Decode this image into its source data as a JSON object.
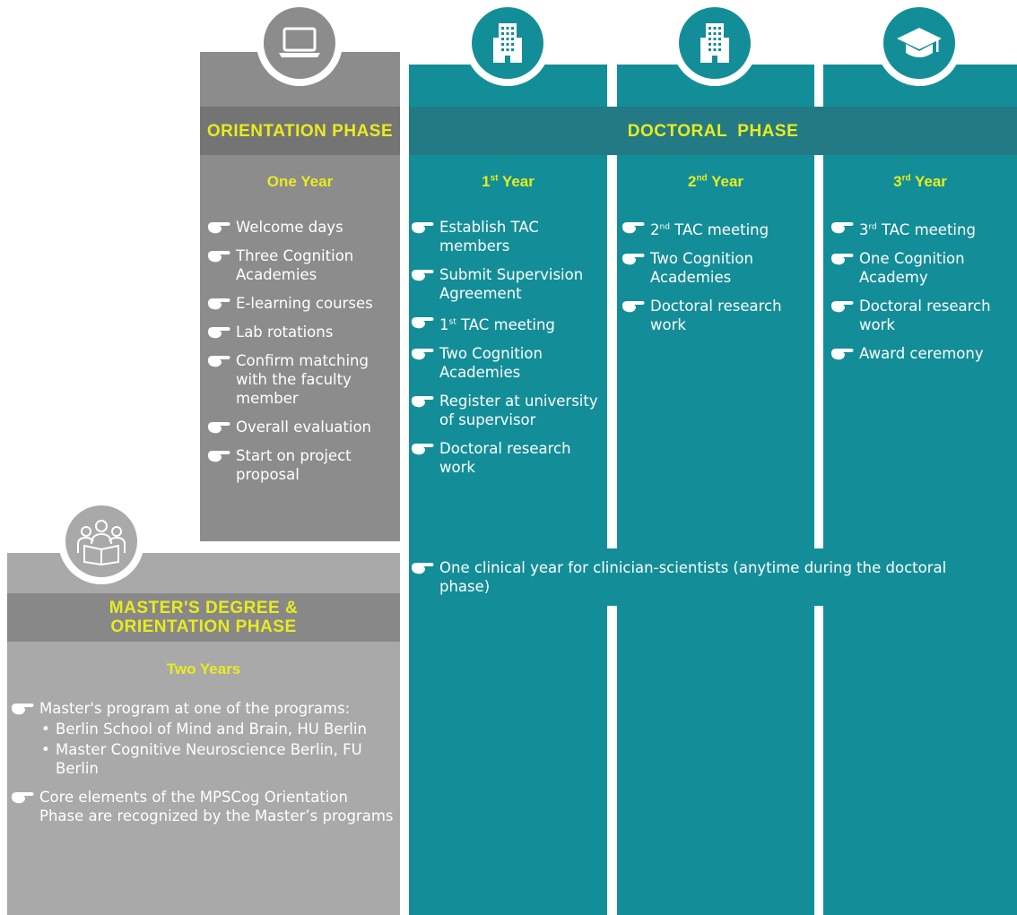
{
  "orientation": {
    "title": "ORIENTATION PHASE",
    "duration": "One Year",
    "items": [
      "Welcome days",
      "Three Cognition Academies",
      "E-learning courses",
      "Lab rotations",
      "Confirm matching with the faculty member",
      "Overall evaluation",
      "Start on project proposal"
    ],
    "icon": "laptop-icon"
  },
  "doctoral": {
    "title": "DOCTORAL  PHASE",
    "icon": "building-icon",
    "year1": {
      "num": "1",
      "suffix": "st",
      "word": " Year",
      "items": [
        {
          "text": "Establish TAC members"
        },
        {
          "text": "Submit Supervision Agreement"
        },
        {
          "pre": "1",
          "sup": "st",
          "text": " TAC meeting"
        },
        {
          "text": "Two Cognition Academies"
        },
        {
          "text": "Register at university of supervisor"
        },
        {
          "text": "Doctoral research work"
        }
      ]
    },
    "year2": {
      "num": "2",
      "suffix": "nd",
      "word": " Year",
      "items": [
        {
          "pre": "2",
          "sup": "nd",
          "text": " TAC meeting"
        },
        {
          "text": "Two Cognition Academies"
        },
        {
          "text": "Doctoral research work"
        }
      ]
    },
    "year3": {
      "num": "3",
      "suffix": "rd",
      "word": " Year",
      "icon": "graduation-cap-icon",
      "items": [
        {
          "pre": "3",
          "sup": "rd",
          "text": " TAC meeting"
        },
        {
          "text": "One Cognition Academy"
        },
        {
          "text": "Doctoral research work"
        },
        {
          "text": "Award ceremony"
        }
      ]
    },
    "clinical_note": "One clinical year for clinician-scientists (anytime during the doctoral phase)"
  },
  "masters": {
    "title": "MASTER'S DEGREE & ORIENTATION PHASE",
    "duration": "Two Years",
    "icon": "reading-group-icon",
    "item1": "Master's program at one of the programs:",
    "subitems": [
      "Berlin School of Mind and Brain, HU Berlin",
      "Master Cognitive Neuroscience Berlin, FU Berlin"
    ],
    "item2": "Core elements of the MPSCog Orientation Phase are recognized by the Master’s programs"
  },
  "colors": {
    "teal": "#138e98",
    "gray": "#8d8c8c",
    "light_gray": "#a9a9a9",
    "accent_yellow": "#e8ec1e"
  }
}
